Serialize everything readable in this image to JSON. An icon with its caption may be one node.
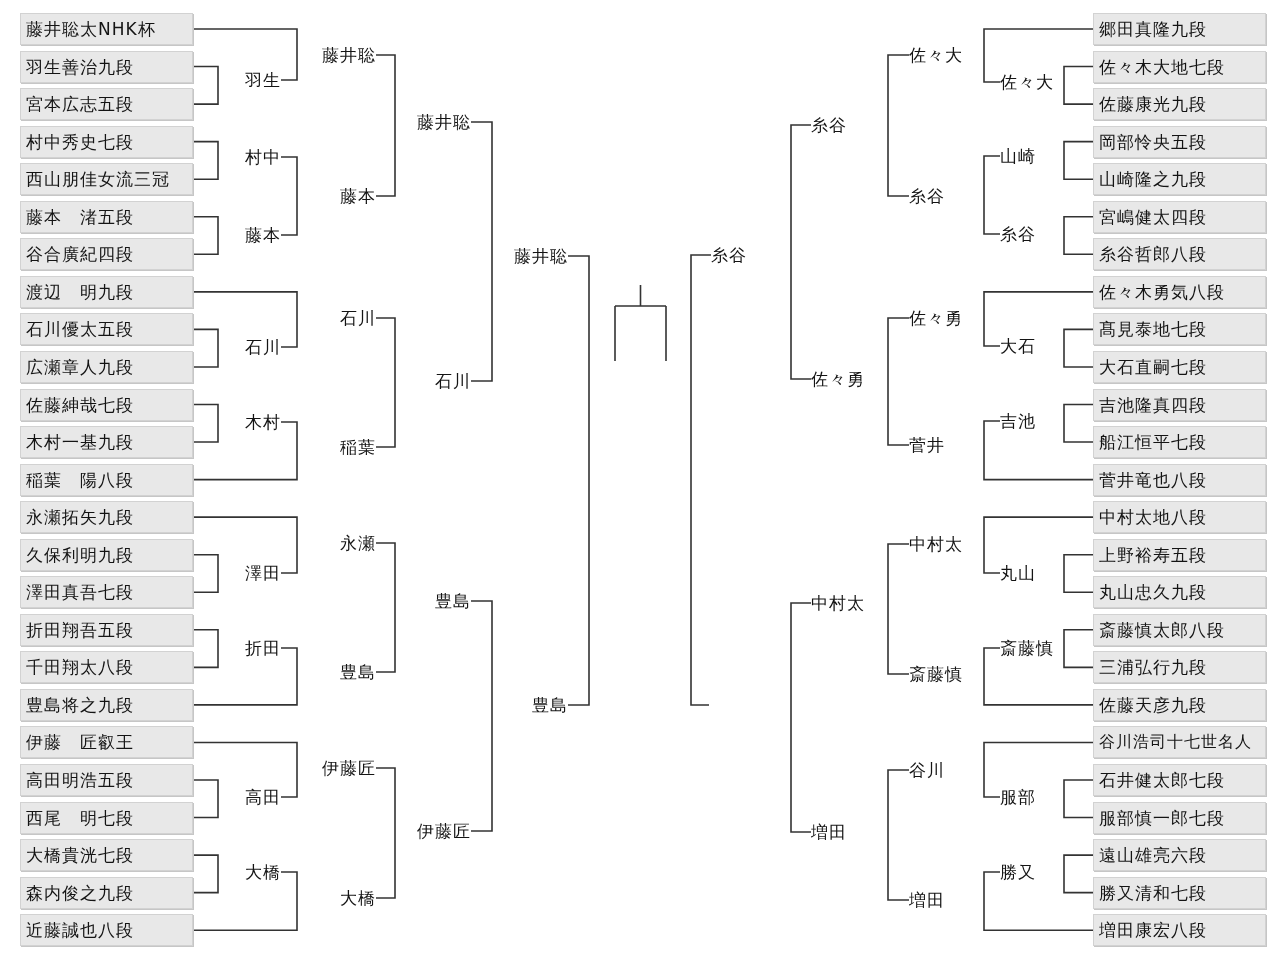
{
  "diagram": {
    "nodes": [
      {
        "text": [
          "藤井聡太NHK杯"
        ]
      },
      {
        "text": [
          "羽生善治九段"
        ]
      },
      {
        "text": [
          "宮本広志五段"
        ]
      },
      {
        "text": [
          "村中秀史七段"
        ]
      },
      {
        "text": [
          "西山朋佳女流三冠"
        ]
      },
      {
        "text": [
          "藤本　渚五段"
        ]
      },
      {
        "text": [
          "谷合廣紀四段"
        ]
      },
      {
        "text": [
          "渡辺　明九段"
        ]
      },
      {
        "text": [
          "石川優太五段"
        ]
      },
      {
        "text": [
          "広瀬章人九段"
        ]
      },
      {
        "text": [
          "佐藤紳哉七段"
        ]
      },
      {
        "text": [
          "木村一基九段"
        ]
      },
      {
        "text": [
          "稲葉　陽八段"
        ]
      },
      {
        "text": [
          "永瀬拓矢九段"
        ]
      },
      {
        "text": [
          "久保利明九段"
        ]
      },
      {
        "text": [
          "澤田真吾七段"
        ]
      },
      {
        "text": [
          "折田翔吾五段"
        ]
      },
      {
        "text": [
          "千田翔太八段"
        ]
      },
      {
        "text": [
          "豊島将之九段"
        ]
      },
      {
        "text": [
          "伊藤　匠叡王"
        ]
      },
      {
        "text": [
          "高田明浩五段"
        ]
      },
      {
        "text": [
          "西尾　明七段"
        ]
      },
      {
        "text": [
          "大橋貴洸七段"
        ]
      },
      {
        "text": [
          "森内俊之九段"
        ]
      },
      {
        "text": [
          "近藤誠也八段"
        ]
      },
      {
        "text": [
          "羽生"
        ]
      },
      {
        "text": [
          "村中"
        ]
      },
      {
        "text": [
          "藤本"
        ]
      },
      {
        "text": [
          "石川"
        ]
      },
      {
        "text": [
          "木村"
        ]
      },
      {
        "text": [
          "澤田"
        ]
      },
      {
        "text": [
          "折田"
        ]
      },
      {
        "text": [
          "高田"
        ]
      },
      {
        "text": [
          "大橋"
        ]
      },
      {
        "text": [
          "藤井聡"
        ]
      },
      {
        "text": [
          "藤本"
        ]
      },
      {
        "text": [
          "石川"
        ]
      },
      {
        "text": [
          "稲葉"
        ]
      },
      {
        "text": [
          "永瀬"
        ]
      },
      {
        "text": [
          "豊島"
        ]
      },
      {
        "text": [
          "伊藤匠"
        ]
      },
      {
        "text": [
          "大橋"
        ]
      },
      {
        "text": [
          "藤井聡"
        ]
      },
      {
        "text": [
          "石川"
        ]
      },
      {
        "text": [
          "豊島"
        ]
      },
      {
        "text": [
          "伊藤匠"
        ]
      },
      {
        "text": [
          "藤井聡"
        ]
      },
      {
        "text": [
          "豊島"
        ]
      },
      {
        "text": [
          "糸谷"
        ]
      },
      {
        "text": [
          "糸谷"
        ]
      },
      {
        "text": [
          "佐々勇"
        ]
      },
      {
        "text": [
          "中村太"
        ]
      },
      {
        "text": [
          "増田"
        ]
      },
      {
        "text": [
          "佐々大"
        ]
      },
      {
        "text": [
          "糸谷"
        ]
      },
      {
        "text": [
          "佐々勇"
        ]
      },
      {
        "text": [
          "菅井"
        ]
      },
      {
        "text": [
          "中村太"
        ]
      },
      {
        "text": [
          "斎藤慎"
        ]
      },
      {
        "text": [
          "谷川"
        ]
      },
      {
        "text": [
          "増田"
        ]
      },
      {
        "text": [
          "佐々大"
        ]
      },
      {
        "text": [
          "山崎"
        ]
      },
      {
        "text": [
          "糸谷"
        ]
      },
      {
        "text": [
          "大石"
        ]
      },
      {
        "text": [
          "吉池"
        ]
      },
      {
        "text": [
          "丸山"
        ]
      },
      {
        "text": [
          "斎藤慎"
        ]
      },
      {
        "text": [
          "服部"
        ]
      },
      {
        "text": [
          "勝又"
        ]
      },
      {
        "text": [
          "郷田真隆九段"
        ]
      },
      {
        "text": [
          "佐々木大地七段"
        ]
      },
      {
        "text": [
          "佐藤康光九段"
        ]
      },
      {
        "text": [
          "岡部怜央五段"
        ]
      },
      {
        "text": [
          "山崎隆之九段"
        ]
      },
      {
        "text": [
          "宮嶋健太四段"
        ]
      },
      {
        "text": [
          "糸谷哲郎八段"
        ]
      },
      {
        "text": [
          "佐々木勇気八段"
        ]
      },
      {
        "text": [
          "髙見泰地七段"
        ]
      },
      {
        "text": [
          "大石直嗣七段"
        ]
      },
      {
        "text": [
          "吉池隆真四段"
        ]
      },
      {
        "text": [
          "船江恒平七段"
        ]
      },
      {
        "text": [
          "菅井竜也八段"
        ]
      },
      {
        "text": [
          "中村太地八段"
        ]
      },
      {
        "text": [
          "上野裕寿五段"
        ]
      },
      {
        "text": [
          "丸山忠久九段"
        ]
      },
      {
        "text": [
          "斎藤慎太郎八段"
        ]
      },
      {
        "text": [
          "三浦弘行九段"
        ]
      },
      {
        "text": [
          "佐藤天彦九段"
        ]
      },
      {
        "text": [
          "谷川浩司十七世名人"
        ]
      },
      {
        "text": [
          "石井健太郎七段"
        ]
      },
      {
        "text": [
          "服部慎一郎七段"
        ]
      },
      {
        "text": [
          "遠山雄亮六段"
        ]
      },
      {
        "text": [
          "勝又清和七段"
        ]
      },
      {
        "text": [
          "増田康宏八段"
        ]
      }
    ],
    "edges": [
      {
        "from": 1,
        "to": 2,
        "arrow": "none"
      },
      {
        "from": 3,
        "to": 4,
        "arrow": "none"
      },
      {
        "from": 5,
        "to": 6,
        "arrow": "none"
      },
      {
        "from": 8,
        "to": 9,
        "arrow": "none"
      },
      {
        "from": 10,
        "to": 11,
        "arrow": "none"
      },
      {
        "from": 14,
        "to": 15,
        "arrow": "none"
      },
      {
        "from": 16,
        "to": 17,
        "arrow": "none"
      },
      {
        "from": 20,
        "to": 21,
        "arrow": "none"
      },
      {
        "from": 22,
        "to": 23,
        "arrow": "none"
      },
      {
        "from": 0,
        "to": 25,
        "arrow": "none"
      },
      {
        "from": 26,
        "to": 27,
        "arrow": "none"
      },
      {
        "from": 7,
        "to": 28,
        "arrow": "none"
      },
      {
        "from": 29,
        "to": 12,
        "arrow": "none"
      },
      {
        "from": 13,
        "to": 30,
        "arrow": "none"
      },
      {
        "from": 31,
        "to": 18,
        "arrow": "none"
      },
      {
        "from": 19,
        "to": 32,
        "arrow": "none"
      },
      {
        "from": 33,
        "to": 24,
        "arrow": "none"
      },
      {
        "from": 34,
        "to": 35,
        "arrow": "none"
      },
      {
        "from": 36,
        "to": 37,
        "arrow": "none"
      },
      {
        "from": 38,
        "to": 39,
        "arrow": "none"
      },
      {
        "from": 40,
        "to": 41,
        "arrow": "none"
      },
      {
        "from": 42,
        "to": 43,
        "arrow": "none"
      },
      {
        "from": 44,
        "to": 45,
        "arrow": "none"
      },
      {
        "from": 46,
        "to": 47,
        "arrow": "none"
      },
      {
        "from": 48,
        "to": null,
        "arrow": "none"
      },
      {
        "from": 49,
        "to": 50,
        "arrow": "none"
      },
      {
        "from": 51,
        "to": 52,
        "arrow": "none"
      },
      {
        "from": 53,
        "to": 54,
        "arrow": "none"
      },
      {
        "from": 55,
        "to": 56,
        "arrow": "none"
      },
      {
        "from": 57,
        "to": 58,
        "arrow": "none"
      },
      {
        "from": 59,
        "to": 60,
        "arrow": "none"
      },
      {
        "from": 70,
        "to": 61,
        "arrow": "none"
      },
      {
        "from": 62,
        "to": 63,
        "arrow": "none"
      },
      {
        "from": 77,
        "to": 64,
        "arrow": "none"
      },
      {
        "from": 65,
        "to": 82,
        "arrow": "none"
      },
      {
        "from": 83,
        "to": 66,
        "arrow": "none"
      },
      {
        "from": 67,
        "to": 88,
        "arrow": "none"
      },
      {
        "from": 89,
        "to": 68,
        "arrow": "none"
      },
      {
        "from": 69,
        "to": 94,
        "arrow": "none"
      },
      {
        "from": 71,
        "to": 72,
        "arrow": "none"
      },
      {
        "from": 73,
        "to": 74,
        "arrow": "none"
      },
      {
        "from": 75,
        "to": 76,
        "arrow": "none"
      },
      {
        "from": 78,
        "to": 79,
        "arrow": "none"
      },
      {
        "from": 80,
        "to": 81,
        "arrow": "none"
      },
      {
        "from": 84,
        "to": 85,
        "arrow": "none"
      },
      {
        "from": 86,
        "to": 87,
        "arrow": "none"
      },
      {
        "from": 90,
        "to": 91,
        "arrow": "none"
      },
      {
        "from": 92,
        "to": 93,
        "arrow": "none"
      }
    ]
  }
}
